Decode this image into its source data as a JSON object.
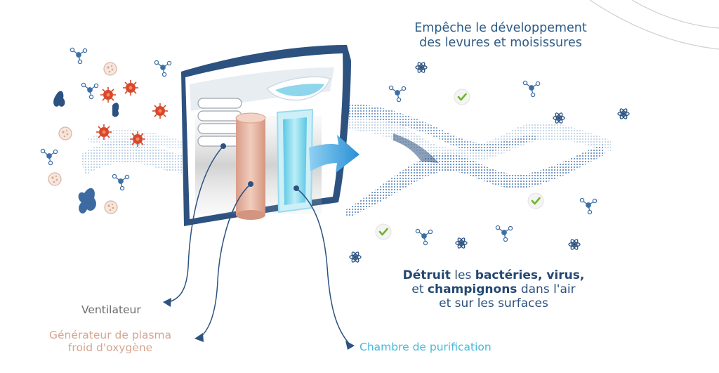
{
  "texts": {
    "top_right_line1": "Empêche le développement",
    "top_right_line2": "des levures et moisissures",
    "bottom_right": {
      "l1a": "Détruit",
      "l1b": " les ",
      "l1c": "bactéries, virus,",
      "l2a": "et ",
      "l2b": "champignons",
      "l2c": " dans l'air",
      "l3": "et sur les surfaces"
    },
    "fan_label": "Ventilateur",
    "generator_label_line1": "Générateur de plasma",
    "generator_label_line2": "froid d'oxygène",
    "chamber_label": "Chambre de purification"
  },
  "colors": {
    "navy": "#2d5280",
    "dark_blue_text": "#2a4f7c",
    "fan_label": "#6d6d6d",
    "generator_label": "#d5a48f",
    "chamber_label": "#48b8d8",
    "germ_red": "#d9482a",
    "check_green": "#6fb52a",
    "airflow_blue": "#4a78b0",
    "cyan_chamber": "#7fd7ec",
    "pink_cylinder": "#e9b9a5"
  },
  "icons": [
    "virus-icon",
    "molecule-icon",
    "atom-icon",
    "check-icon",
    "arrow-icon",
    "fan-icon",
    "plasma-generator-icon",
    "purification-chamber-icon"
  ]
}
